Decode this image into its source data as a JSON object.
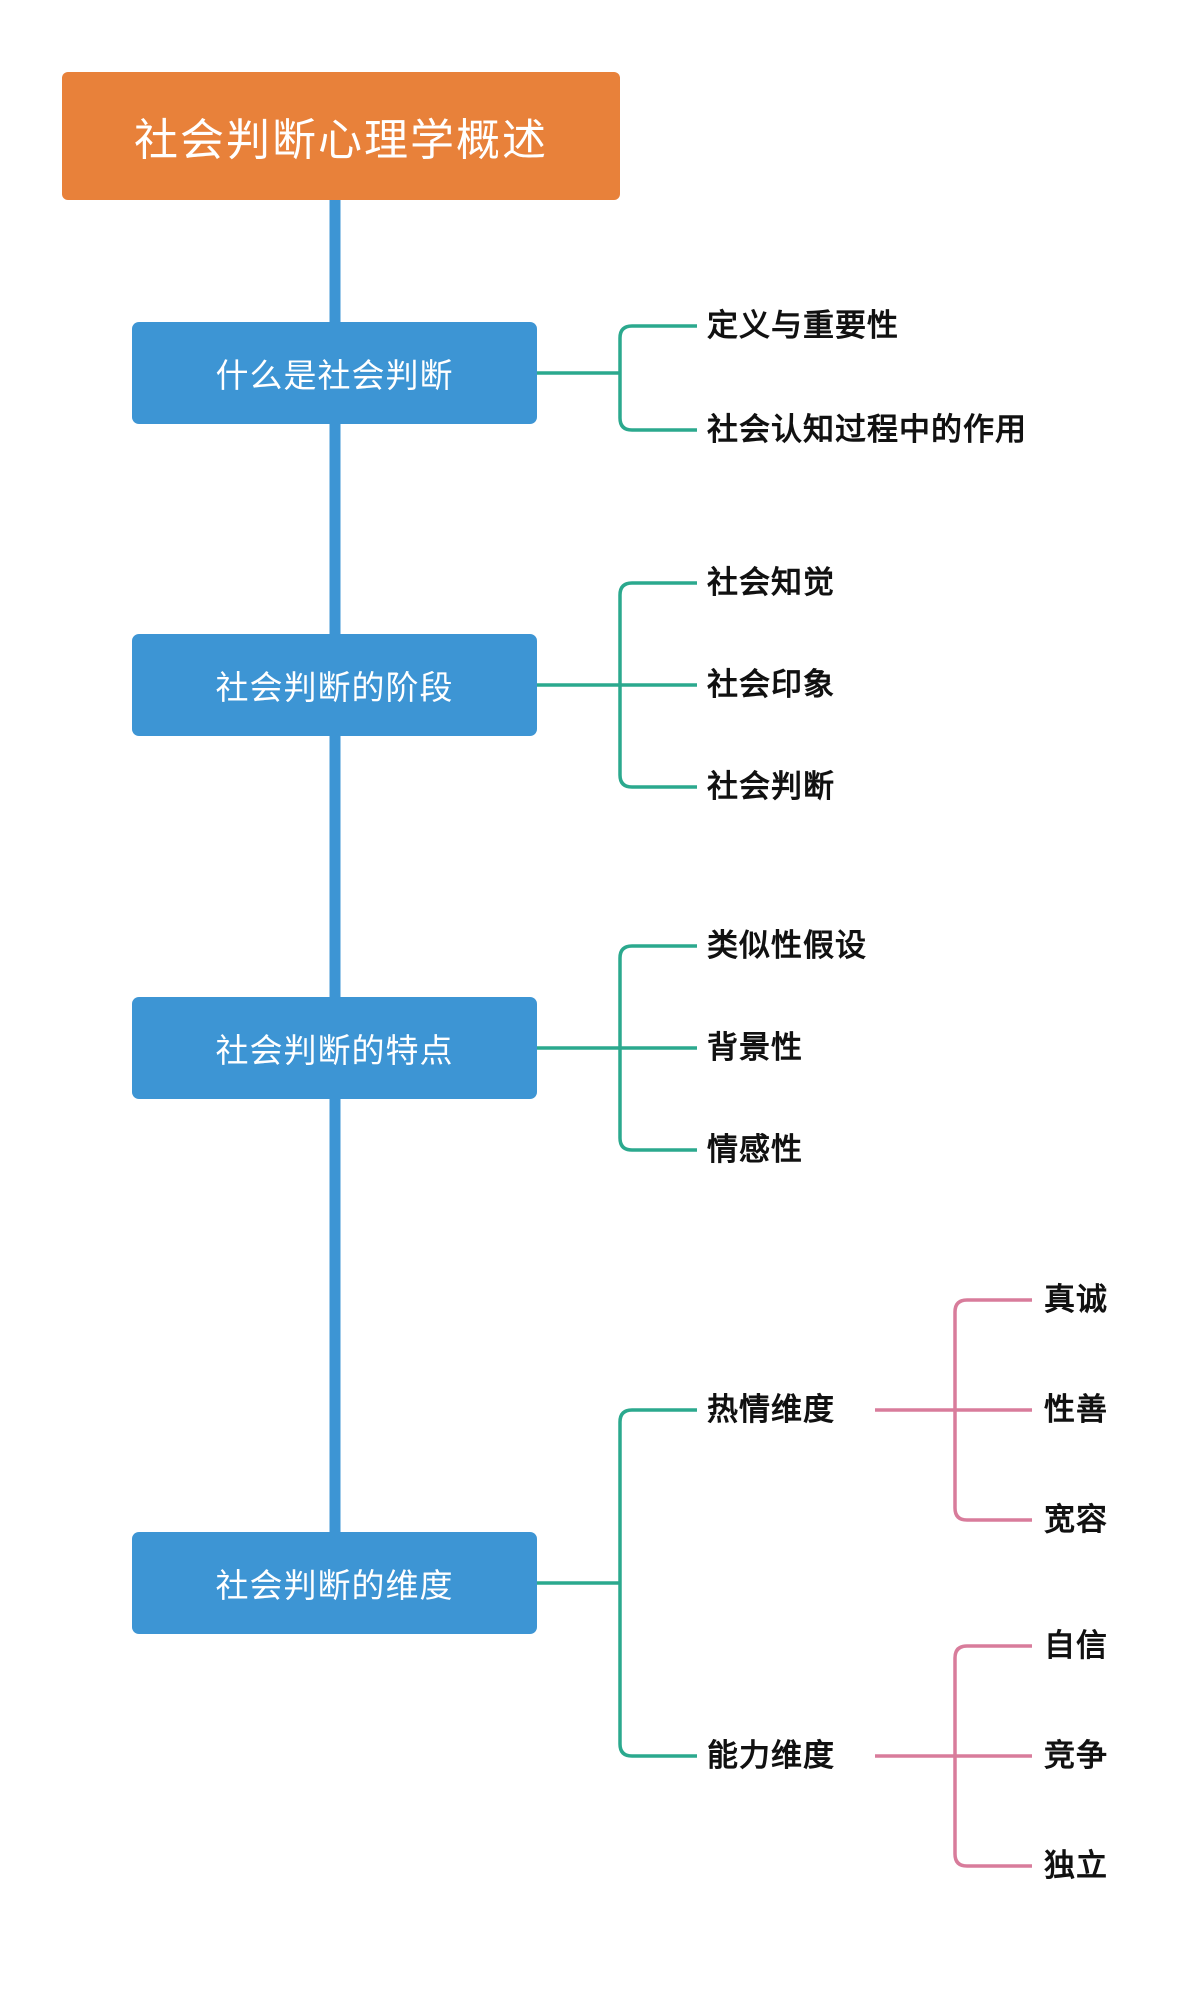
{
  "diagram": {
    "type": "mind-map",
    "title": "社会判断心理学概述",
    "colors": {
      "root": "#E8813A",
      "branch": "#3D95D4",
      "trunk": "#3D95D4",
      "connector_level2": "#2BA98E",
      "connector_level3": "#D87C9B",
      "text_dark": "#111111",
      "text_light": "#FFFFFF",
      "background": "#FFFFFF"
    },
    "branches": [
      {
        "label": "什么是社会判断",
        "children": [
          {
            "label": "定义与重要性"
          },
          {
            "label": "社会认知过程中的作用"
          }
        ]
      },
      {
        "label": "社会判断的阶段",
        "children": [
          {
            "label": "社会知觉"
          },
          {
            "label": "社会印象"
          },
          {
            "label": "社会判断"
          }
        ]
      },
      {
        "label": "社会判断的特点",
        "children": [
          {
            "label": "类似性假设"
          },
          {
            "label": "背景性"
          },
          {
            "label": "情感性"
          }
        ]
      },
      {
        "label": "社会判断的维度",
        "children": [
          {
            "label": "热情维度",
            "children": [
              {
                "label": "真诚"
              },
              {
                "label": "性善"
              },
              {
                "label": "宽容"
              }
            ]
          },
          {
            "label": "能力维度",
            "children": [
              {
                "label": "自信"
              },
              {
                "label": "竞争"
              },
              {
                "label": "独立"
              }
            ]
          }
        ]
      }
    ]
  }
}
